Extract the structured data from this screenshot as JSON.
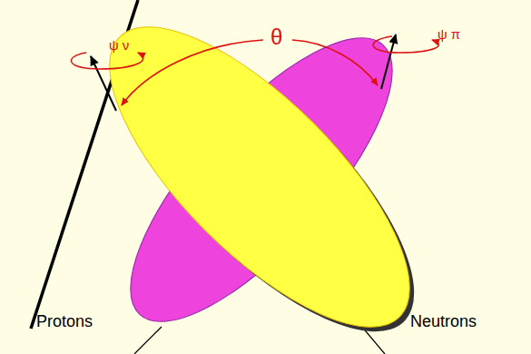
{
  "diagram": {
    "labels": [
      "ψ ν",
      "θ",
      "ψ π",
      "Protons",
      "Neutrons"
    ]
  }
}
